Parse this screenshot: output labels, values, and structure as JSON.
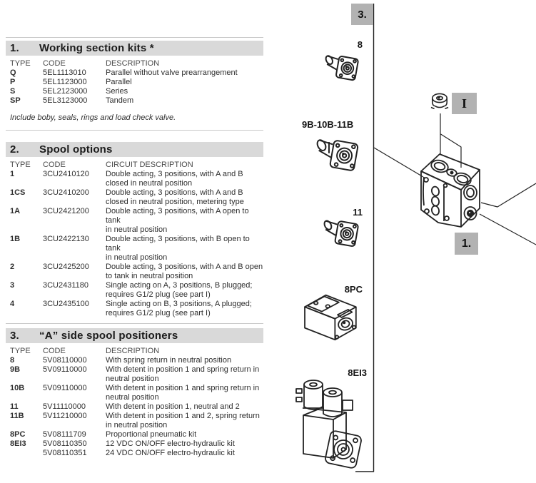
{
  "sections": [
    {
      "number": "1.",
      "title": "Working section kits *",
      "columns": [
        "TYPE",
        "CODE",
        "DESCRIPTION"
      ],
      "rows": [
        {
          "type": "Q",
          "code": "5EL1113010",
          "desc": [
            "Parallel without valve prearrangement"
          ]
        },
        {
          "type": "P",
          "code": "5EL1123000",
          "desc": [
            "Parallel"
          ]
        },
        {
          "type": "S",
          "code": "5EL2123000",
          "desc": [
            "Series"
          ]
        },
        {
          "type": "SP",
          "code": "5EL3123000",
          "desc": [
            "Tandem"
          ]
        }
      ],
      "note": "Include boby, seals, rings and load check valve."
    },
    {
      "number": "2.",
      "title": "Spool options",
      "columns": [
        "TYPE",
        "CODE",
        "CIRCUIT DESCRIPTION"
      ],
      "rows": [
        {
          "type": "1",
          "code": "3CU2410120",
          "desc": [
            "Double acting, 3 positions, with A and B",
            "closed in neutral position"
          ]
        },
        {
          "type": "1CS",
          "code": "3CU2410200",
          "desc": [
            "Double acting, 3 positions, with A and B",
            "closed in neutral position, metering type"
          ]
        },
        {
          "type": "1A",
          "code": "3CU2421200",
          "desc": [
            "Double acting, 3 positions, with A open to tank",
            "in neutral position"
          ]
        },
        {
          "type": "1B",
          "code": "3CU2422130",
          "desc": [
            "Double acting, 3 positions, with B open to tank",
            "in neutral position"
          ]
        },
        {
          "type": "2",
          "code": "3CU2425200",
          "desc": [
            "Double acting, 3 positions, with A and B open",
            "to tank in neutral position"
          ]
        },
        {
          "type": "3",
          "code": "3CU2431180",
          "desc": [
            "Single acting on A, 3 positions, B plugged;",
            "requires G1/2 plug (see part I)"
          ]
        },
        {
          "type": "4",
          "code": "3CU2435100",
          "desc": [
            "Single acting on B, 3 positions, A plugged;",
            "requires G1/2 plug (see part I)"
          ]
        }
      ],
      "note": ""
    },
    {
      "number": "3.",
      "title": "“A” side spool positioners",
      "columns": [
        "TYPE",
        "CODE",
        "DESCRIPTION"
      ],
      "rows": [
        {
          "type": "8",
          "code": "5V08110000",
          "desc": [
            "With spring return in neutral position"
          ]
        },
        {
          "type": "9B",
          "code": "5V09110000",
          "desc": [
            "With detent in position 1 and spring return in",
            "neutral position"
          ]
        },
        {
          "type": "10B",
          "code": "5V09110000",
          "desc": [
            "With detent in position 1 and spring return in",
            "neutral position"
          ]
        },
        {
          "type": "11",
          "code": "5V11110000",
          "desc": [
            "With detent in position 1, neutral and 2"
          ]
        },
        {
          "type": "11B",
          "code": "5V11210000",
          "desc": [
            "With detent in position 1 and 2, spring return",
            "in neutral position"
          ]
        },
        {
          "type": "8PC",
          "code": "5V08111709",
          "desc": [
            "Proportional pneumatic kit"
          ]
        },
        {
          "type": "8EI3",
          "code": "5V08110350",
          "desc": [
            "12 VDC ON/OFF electro-hydraulic kit"
          ]
        },
        {
          "type": "",
          "code": "5V08110351",
          "desc": [
            "24 VDC ON/OFF electro-hydraulic kit"
          ]
        }
      ],
      "note": ""
    }
  ],
  "diagram": {
    "section_badge": "3.",
    "plug_badge": "I",
    "body_badge": "1.",
    "figures": [
      {
        "label": "8"
      },
      {
        "label": "9B-10B-11B"
      },
      {
        "label": "11"
      },
      {
        "label": "8PC"
      },
      {
        "label": "8EI3"
      }
    ],
    "colors": {
      "badge_bg": "#b2b2b2",
      "header_bg": "#d9d9d9",
      "line": "#222222"
    }
  }
}
